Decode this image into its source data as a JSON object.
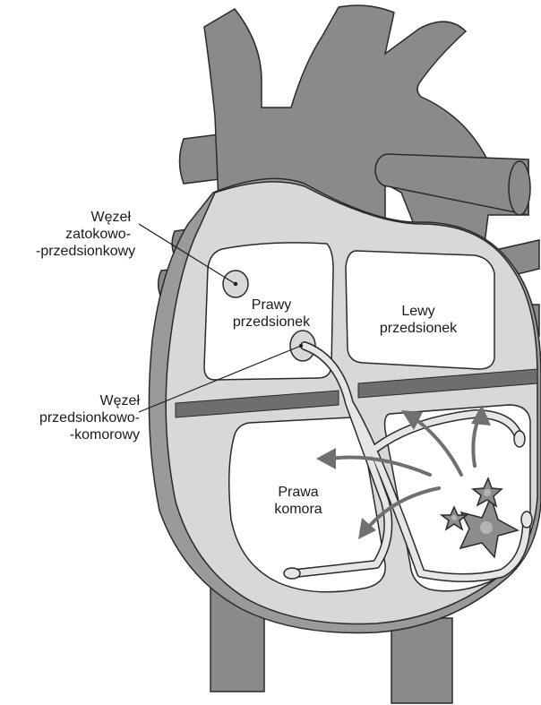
{
  "labels": {
    "sa_node": [
      "Węzeł",
      "zatokowo-",
      "-przedsionkowy"
    ],
    "av_node": [
      "Węzeł",
      "przedsionkowo-",
      "-komorowy"
    ],
    "right_atrium": [
      "Prawy",
      "przedsionek"
    ],
    "left_atrium": [
      "Lewy",
      "przedsionek"
    ],
    "right_ventricle": [
      "Prawa",
      "komora"
    ]
  },
  "colors": {
    "vessel": "#8a8a8a",
    "wall": "#d8d8d8",
    "outer_wall": "#9a9a9a",
    "chamber": "#ffffff",
    "septum_band": "#6e6e6e",
    "outline": "#2a2a2a",
    "arrow": "#707070",
    "star": "#8c8c8c"
  }
}
